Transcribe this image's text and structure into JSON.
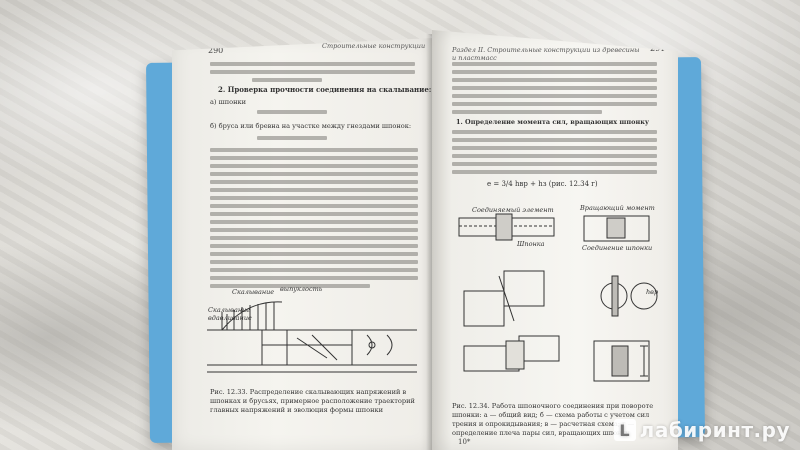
{
  "book": {
    "left_page": {
      "page_number": "290",
      "header": "Строительные конструкции",
      "bold_heading": "2. Проверка прочности соединения на скалывание:",
      "item_a": "а) шпонки",
      "item_b": "б) бруса или бревна на участке между гнездами шпонок:",
      "figure_labels": {
        "top1": "Скалывание",
        "top2": "выпуклость",
        "left1": "Скалывание",
        "left2": "вдавливание"
      },
      "caption": "Рис. 12.33. Распределение скалывающих напряжений в шпонках и брусьях, примерное расположение траекторий главных напряжений и эволюция формы шпонки"
    },
    "right_page": {
      "page_number": "291",
      "header": "Раздел II. Строительные конструкции из древесины и пластмасс",
      "bold_heading": "1. Определение момента сил, вращающих шпонку",
      "formula": "е = 3/4 hвр + hз (рис. 12.34 г)",
      "figure_labels": {
        "a1": "Соединяемый элемент",
        "a2": "Шпонка",
        "b1": "Вращающий момент",
        "b2": "Соединение шпонки",
        "d": "hвр"
      },
      "caption": "Рис. 12.34. Работа шпоночного соединения при повороте шпонки: а — общий вид; б — схема работы с учетом сил трения и опрокидывания; в — расчетная схема; г — определение плеча пары сил, вращающих шпонку",
      "footer": "10*"
    }
  },
  "watermark": {
    "logo_letter": "L",
    "text": "лабиринт.ру"
  }
}
